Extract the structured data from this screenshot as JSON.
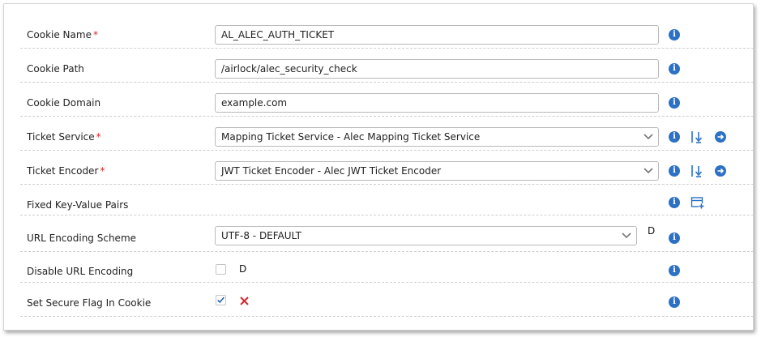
{
  "fields": {
    "cookie_name": {
      "label": "Cookie Name",
      "required": "*",
      "value": "AL_ALEC_AUTH_TICKET"
    },
    "cookie_path": {
      "label": "Cookie Path",
      "value": "/airlock/alec_security_check"
    },
    "cookie_domain": {
      "label": "Cookie Domain",
      "value": "example.com"
    },
    "ticket_service": {
      "label": "Ticket Service",
      "required": "*",
      "value": "Mapping Ticket Service - Alec Mapping Ticket Service"
    },
    "ticket_encoder": {
      "label": "Ticket Encoder",
      "required": "*",
      "value": "JWT Ticket Encoder - Alec JWT Ticket Encoder"
    },
    "fixed_pairs": {
      "label": "Fixed Key-Value Pairs"
    },
    "url_encoding_scheme": {
      "label": "URL Encoding Scheme",
      "value": "UTF-8 - DEFAULT",
      "default_marker": "D"
    },
    "disable_url_encoding": {
      "label": "Disable URL Encoding",
      "checked": false,
      "default_marker": "D"
    },
    "secure_flag": {
      "label": "Set Secure Flag In Cookie",
      "checked": true
    }
  },
  "icons": {
    "info": "info-icon",
    "info_glyph": "i",
    "jump": "jump-to-icon",
    "goto": "arrow-right-circle-icon",
    "add_entry": "add-entry-icon",
    "check": "checkmark-icon",
    "reset": "reset-x-icon"
  },
  "colors": {
    "accent": "#2c71c4",
    "required": "#d9272d",
    "reset": "#d9272d",
    "divider": "#cfcfcf"
  }
}
